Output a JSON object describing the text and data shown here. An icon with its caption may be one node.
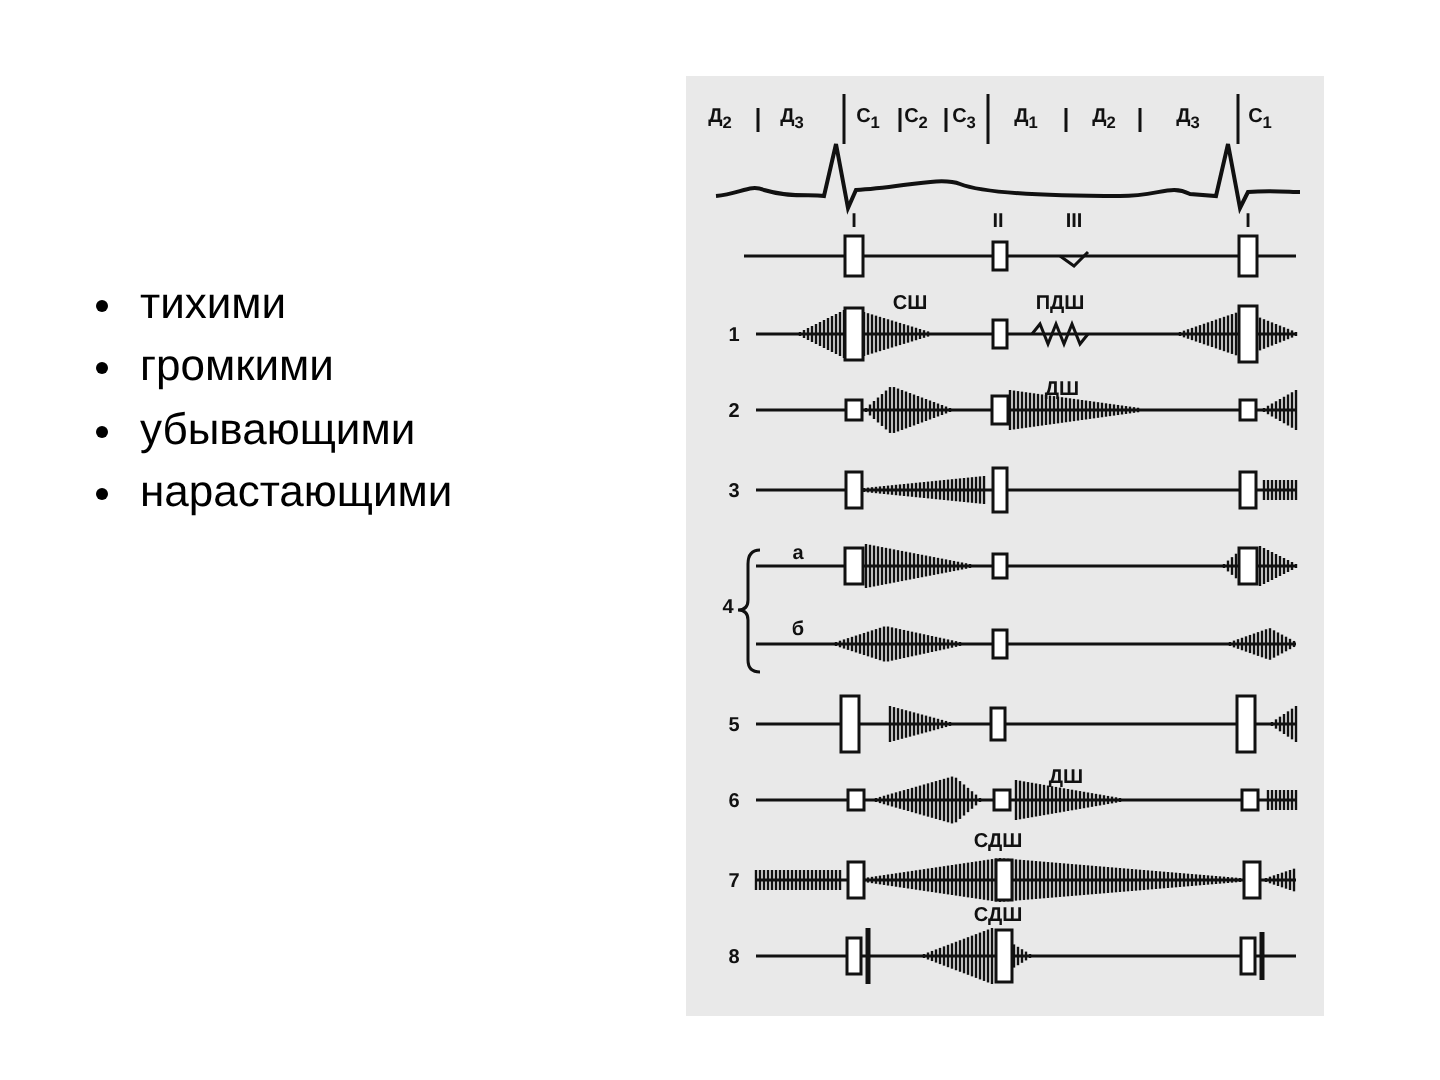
{
  "diagram": {
    "labels": [
      "тихими",
      "громкими",
      "убывающими",
      "нарастающими",
      "Д$_{2}$",
      "Д$_{3}$",
      "С$_{1}$",
      "С$_{2}$",
      "С$_{3}$",
      "Д$_{1}$",
      "Д$_{2}$",
      "Д$_{3}$",
      "С$_{1}$",
      "I",
      "II",
      "III",
      "I",
      "СШ",
      "ПДШ",
      "1",
      "2",
      "ДШ",
      "3",
      "а",
      "4",
      "б",
      "5",
      "6",
      "ДШ",
      "СДШ",
      "7",
      "СДШ",
      "8"
    ]
  }
}
